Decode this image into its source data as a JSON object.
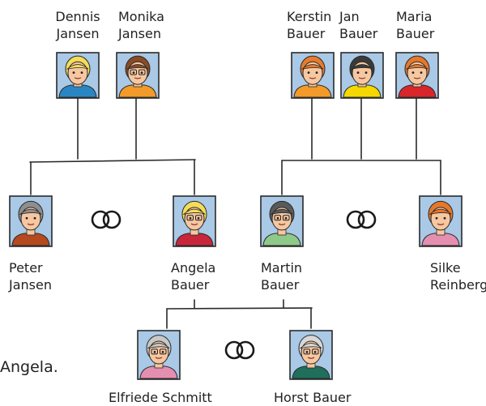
{
  "people": [
    {
      "id": "dennis",
      "first": "Dennis",
      "last": "Jansen",
      "hair": "#f5dc58",
      "shirt": "#2a86c2",
      "glasses": false
    },
    {
      "id": "monika",
      "first": "Monika",
      "last": "Jansen",
      "hair": "#8b4a24",
      "shirt": "#f29a2a",
      "glasses": true
    },
    {
      "id": "kerstin",
      "first": "Kerstin",
      "last": "Bauer",
      "hair": "#e87b2c",
      "shirt": "#f29a2a",
      "glasses": false
    },
    {
      "id": "jan",
      "first": "Jan",
      "last": "Bauer",
      "hair": "#3a3a3a",
      "shirt": "#f5d800",
      "glasses": false
    },
    {
      "id": "maria",
      "first": "Maria",
      "last": "Bauer",
      "hair": "#e8772a",
      "shirt": "#d8262b",
      "glasses": false
    },
    {
      "id": "peter",
      "first": "Peter",
      "last": "Jansen",
      "hair": "#8e8e8e",
      "shirt": "#b44a1e",
      "glasses": false
    },
    {
      "id": "angela",
      "first": "Angela",
      "last": "Bauer",
      "hair": "#f5dc58",
      "shirt": "#c8263a",
      "glasses": true
    },
    {
      "id": "martin",
      "first": "Martin",
      "last": "Bauer",
      "hair": "#5a5a5a",
      "shirt": "#8fc98a",
      "glasses": true
    },
    {
      "id": "silke",
      "first": "Silke",
      "last": "Reinberg",
      "hair": "#e8772a",
      "shirt": "#e58fb0",
      "glasses": false
    },
    {
      "id": "elfriede",
      "first": "Elfriede",
      "last": "Schmitt",
      "hair": "#c8c8c8",
      "shirt": "#e58fb0",
      "glasses": true
    },
    {
      "id": "horst",
      "first": "Horst",
      "last": "Bauer",
      "hair": "#d8d8d8",
      "shirt": "#1f6f5a",
      "glasses": true
    }
  ],
  "caption": "Angela.",
  "colors": {
    "frame": "#2a2a2a",
    "portrait_bg": "#a9c9e6",
    "skin": "#f6c7a0",
    "line": "#2a2a2a"
  }
}
